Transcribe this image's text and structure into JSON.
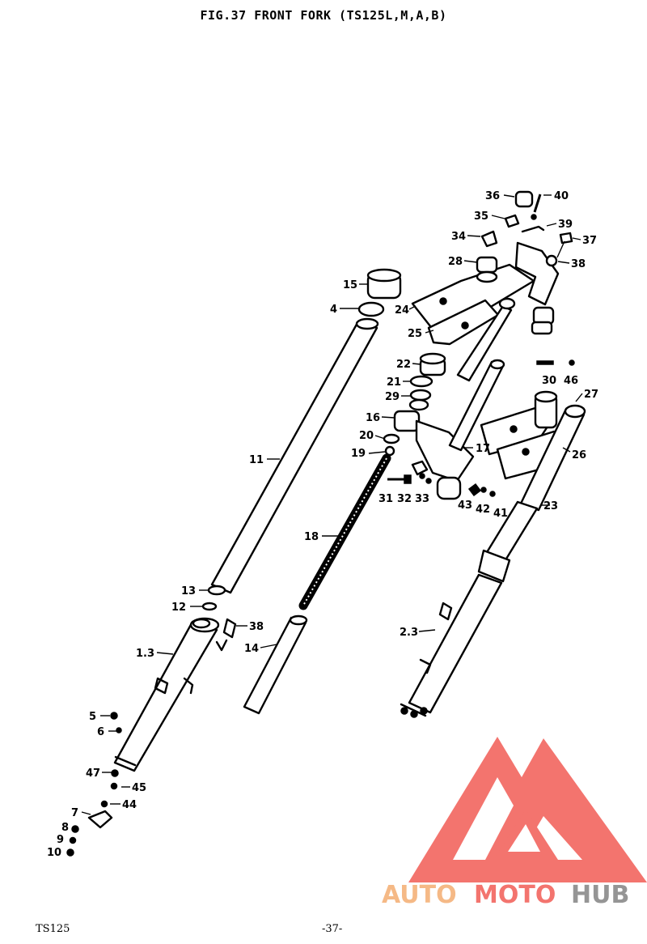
{
  "title": "FIG.37  FRONT FORK (TS125L,M,A,B)",
  "footer": {
    "model": "TS125",
    "page": "-37-"
  },
  "watermark": {
    "part1": "AUTO",
    "part2": "MOTO",
    "part3": "HUB",
    "colors": {
      "orange": "#f5b27a",
      "red": "#f2655f",
      "gray": "#8a8a8a"
    }
  },
  "labels": {
    "l36": "36",
    "l40": "40",
    "l35": "35",
    "l39": "39",
    "l34": "34",
    "l37": "37",
    "l28": "28",
    "l38a": "38",
    "l15": "15",
    "l4": "4",
    "l24": "24",
    "l25": "25",
    "l22": "22",
    "l21": "21",
    "l29": "29",
    "l30": "30",
    "l46": "46",
    "l27": "27",
    "l16": "16",
    "l20": "20",
    "l19": "19",
    "l17": "17",
    "l26": "26",
    "l11": "11",
    "l31": "31",
    "l32": "32",
    "l33": "33",
    "l43": "43",
    "l42": "42",
    "l41": "41",
    "l23": "23",
    "l18": "18",
    "l13": "13",
    "l12": "12",
    "l38b": "38",
    "l1": "1.3",
    "l14": "14",
    "l2": "2.3",
    "l5": "5",
    "l6": "6",
    "l47": "47",
    "l45": "45",
    "l44": "44",
    "l7": "7",
    "l8": "8",
    "l9": "9",
    "l10": "10"
  }
}
